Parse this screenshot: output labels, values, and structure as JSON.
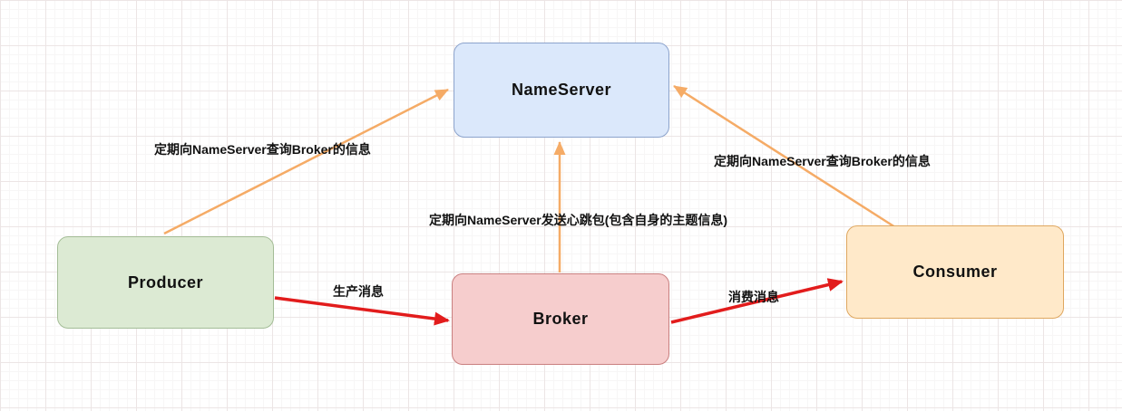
{
  "nodes": {
    "nameserver": {
      "label": "NameServer",
      "fill": "#dbe8fb",
      "border": "#8ca3cc"
    },
    "producer": {
      "label": "Producer",
      "fill": "#dcead3",
      "border": "#a4bd97"
    },
    "broker": {
      "label": "Broker",
      "fill": "#f6cdcd",
      "border": "#c97f7f"
    },
    "consumer": {
      "label": "Consumer",
      "fill": "#ffe9c9",
      "border": "#dfa75f"
    }
  },
  "edges": {
    "producer_to_nameserver": {
      "label": "定期向NameServer查询Broker的信息",
      "color": "#f5ab66",
      "style": "arrow"
    },
    "broker_to_nameserver": {
      "label": "定期向NameServer发送心跳包(包含自身的主题信息)",
      "color": "#f5ab66",
      "style": "arrow"
    },
    "consumer_to_nameserver": {
      "label": "定期向NameServer查询Broker的信息",
      "color": "#f5ab66",
      "style": "arrow"
    },
    "producer_to_broker": {
      "label": "生产消息",
      "color": "#e21c1c",
      "style": "arrow"
    },
    "broker_to_consumer": {
      "label": "消费消息",
      "color": "#e21c1c",
      "style": "arrow"
    }
  },
  "colors": {
    "arrow_orange": "#f5ab66",
    "arrow_red": "#e21c1c",
    "text": "#111111",
    "grid_major": "#ece5e5",
    "grid_minor": "#f7f6f6"
  }
}
